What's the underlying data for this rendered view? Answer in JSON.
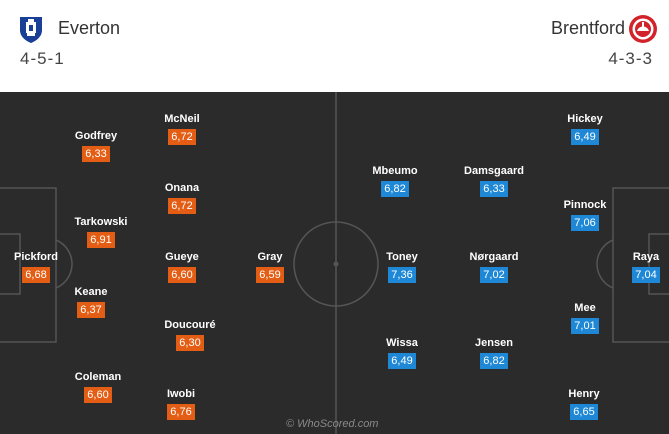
{
  "home": {
    "name": "Everton",
    "formation": "4-5-1",
    "crest_icon": "everton-crest-icon",
    "rating_color": "#e35d14",
    "players": [
      {
        "name": "Pickford",
        "rating": "6,68"
      },
      {
        "name": "Godfrey",
        "rating": "6,33"
      },
      {
        "name": "Tarkowski",
        "rating": "6,91"
      },
      {
        "name": "Keane",
        "rating": "6,37"
      },
      {
        "name": "Coleman",
        "rating": "6,60"
      },
      {
        "name": "McNeil",
        "rating": "6,72"
      },
      {
        "name": "Onana",
        "rating": "6,72"
      },
      {
        "name": "Gueye",
        "rating": "6,60"
      },
      {
        "name": "Doucouré",
        "rating": "6,30"
      },
      {
        "name": "Iwobi",
        "rating": "6,76"
      },
      {
        "name": "Gray",
        "rating": "6,59"
      }
    ]
  },
  "away": {
    "name": "Brentford",
    "formation": "4-3-3",
    "crest_icon": "brentford-crest-icon",
    "rating_color": "#1e88d6",
    "players": [
      {
        "name": "Mbeumo",
        "rating": "6,82"
      },
      {
        "name": "Toney",
        "rating": "7,36"
      },
      {
        "name": "Wissa",
        "rating": "6,49"
      },
      {
        "name": "Damsgaard",
        "rating": "6,33"
      },
      {
        "name": "Nørgaard",
        "rating": "7,02"
      },
      {
        "name": "Jensen",
        "rating": "6,82"
      },
      {
        "name": "Hickey",
        "rating": "6,49"
      },
      {
        "name": "Pinnock",
        "rating": "7,06"
      },
      {
        "name": "Mee",
        "rating": "7,01"
      },
      {
        "name": "Henry",
        "rating": "6,65"
      },
      {
        "name": "Raya",
        "rating": "7,04"
      }
    ]
  },
  "watermark": "© WhoScored.com"
}
